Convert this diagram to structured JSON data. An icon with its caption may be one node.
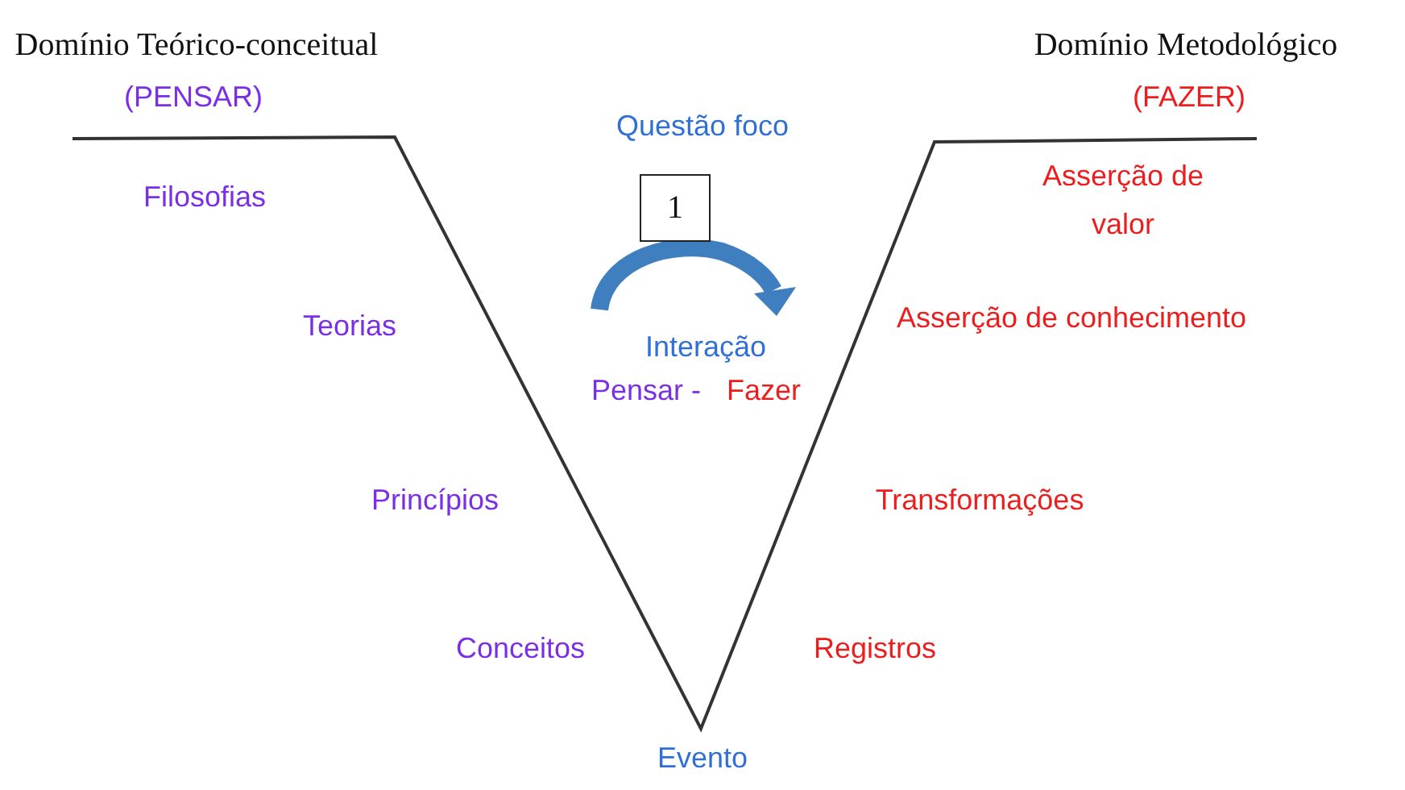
{
  "diagram": {
    "nodes": [
      {
        "text": [
          "1"
        ]
      }
    ],
    "edges": [],
    "labels": [
      "Domínio Teórico-conceitual",
      "(PENSAR)",
      "Domínio Metodológico",
      "(FAZER)",
      "Questão foco",
      "Filosofias",
      "Asserção de valor",
      "Teorias",
      "Asserção de conhecimento",
      "Interação",
      "Pensar -",
      "Fazer",
      "Princípios",
      "Transformações",
      "Conceitos",
      "Registros",
      "Evento"
    ]
  }
}
